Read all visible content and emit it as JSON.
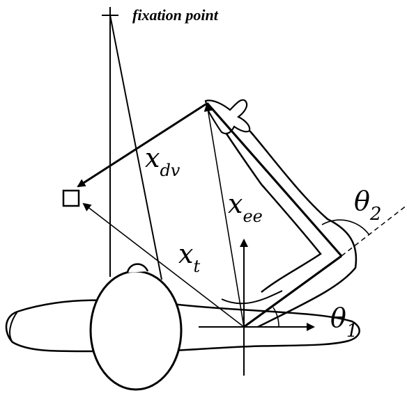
{
  "labels": {
    "fixation": "fixation point",
    "x_dv_base": "x",
    "x_dv_sub": "dv",
    "x_ee_base": "x",
    "x_ee_sub": "ee",
    "x_t_base": "x",
    "x_t_sub": "t",
    "theta2_base": "θ",
    "theta2_sub": "2",
    "theta1_base": "θ",
    "theta1_sub": "1"
  }
}
